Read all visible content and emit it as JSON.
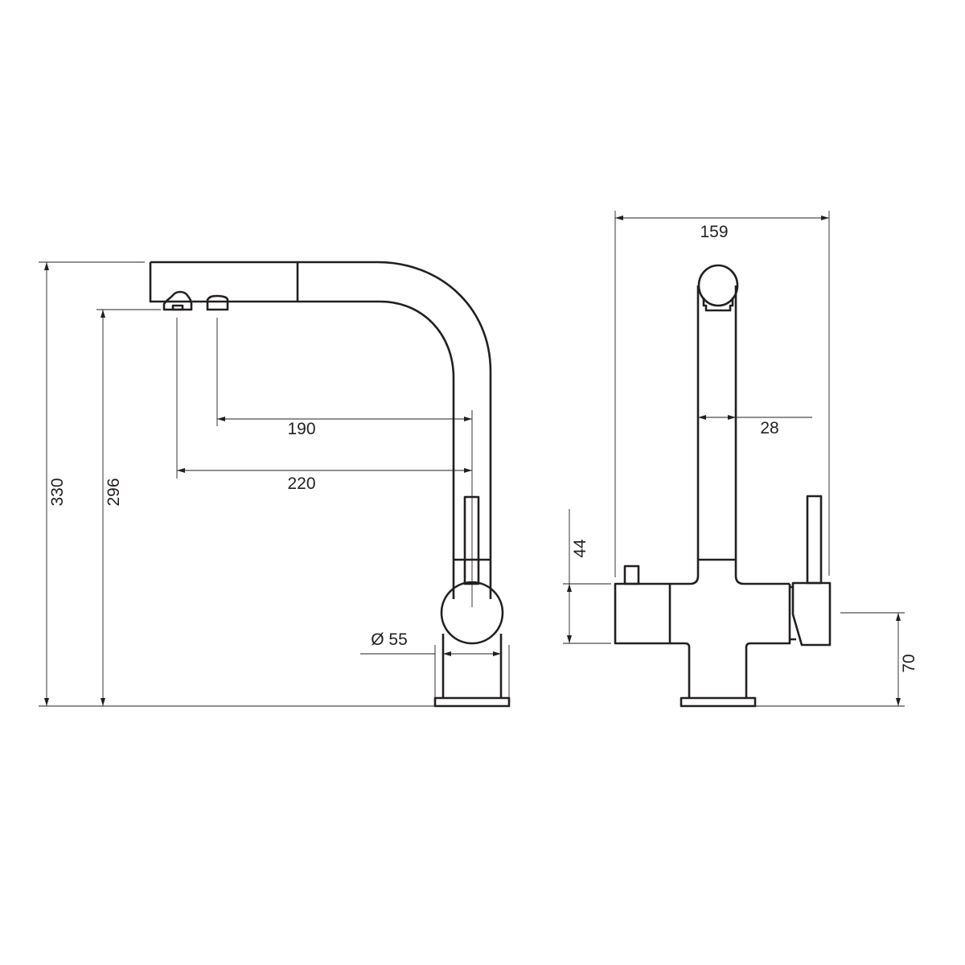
{
  "drawing": {
    "title": "Faucet dimension drawing",
    "line_color": "#231f20",
    "side_view": {
      "dim_total_height": "330",
      "dim_spout_outlet_height": "296",
      "dim_reach_outlet_1": "190",
      "dim_reach_outlet_2": "220",
      "dim_base_diameter": "Ø 55"
    },
    "front_view": {
      "dim_total_width": "159",
      "dim_spout_width": "28",
      "dim_handle_body_height": "44",
      "dim_handle_height": "70"
    }
  }
}
